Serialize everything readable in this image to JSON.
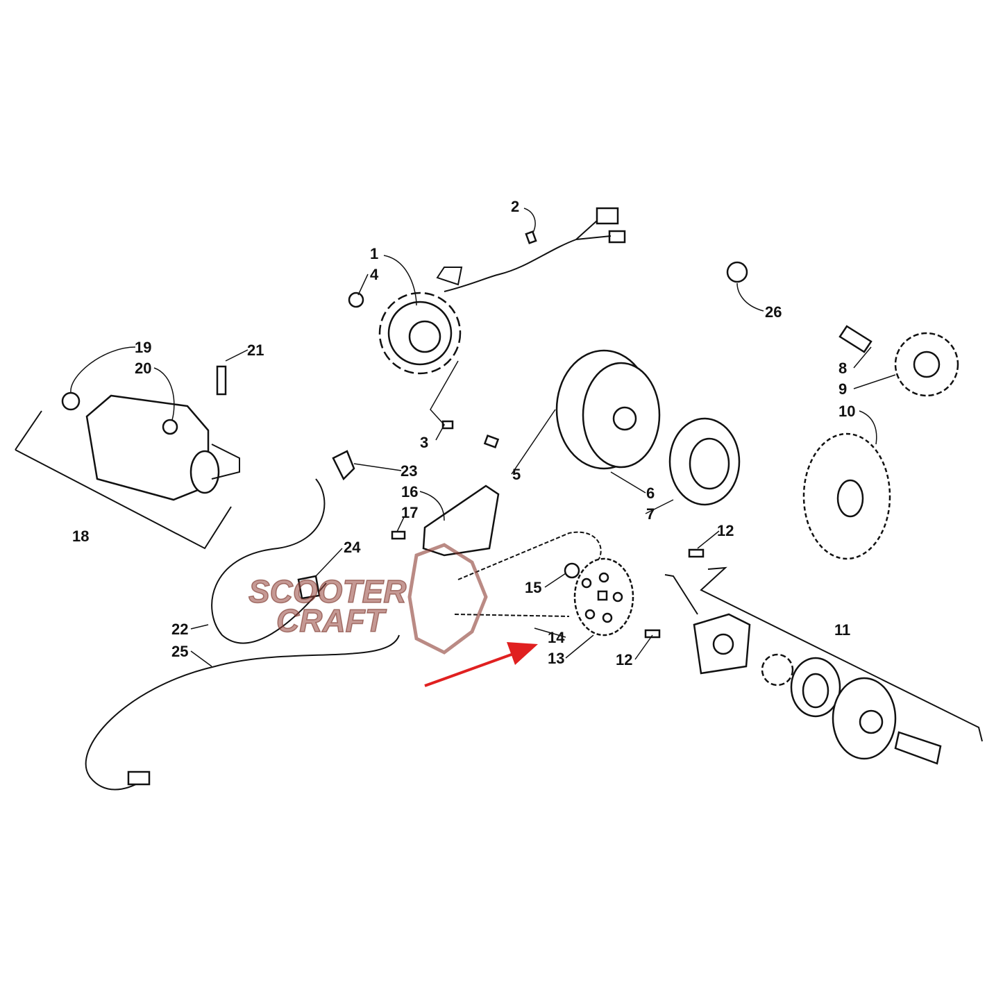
{
  "diagram": {
    "callouts": [
      "1",
      "2",
      "3",
      "4",
      "5",
      "6",
      "7",
      "8",
      "9",
      "10",
      "11",
      "12",
      "12",
      "13",
      "14",
      "15",
      "16",
      "17",
      "18",
      "19",
      "20",
      "21",
      "22",
      "23",
      "24",
      "25",
      "26"
    ],
    "watermark": {
      "line1": "SCOOTER",
      "line2": "CRAFT"
    },
    "highlight_color": "#e02020"
  }
}
